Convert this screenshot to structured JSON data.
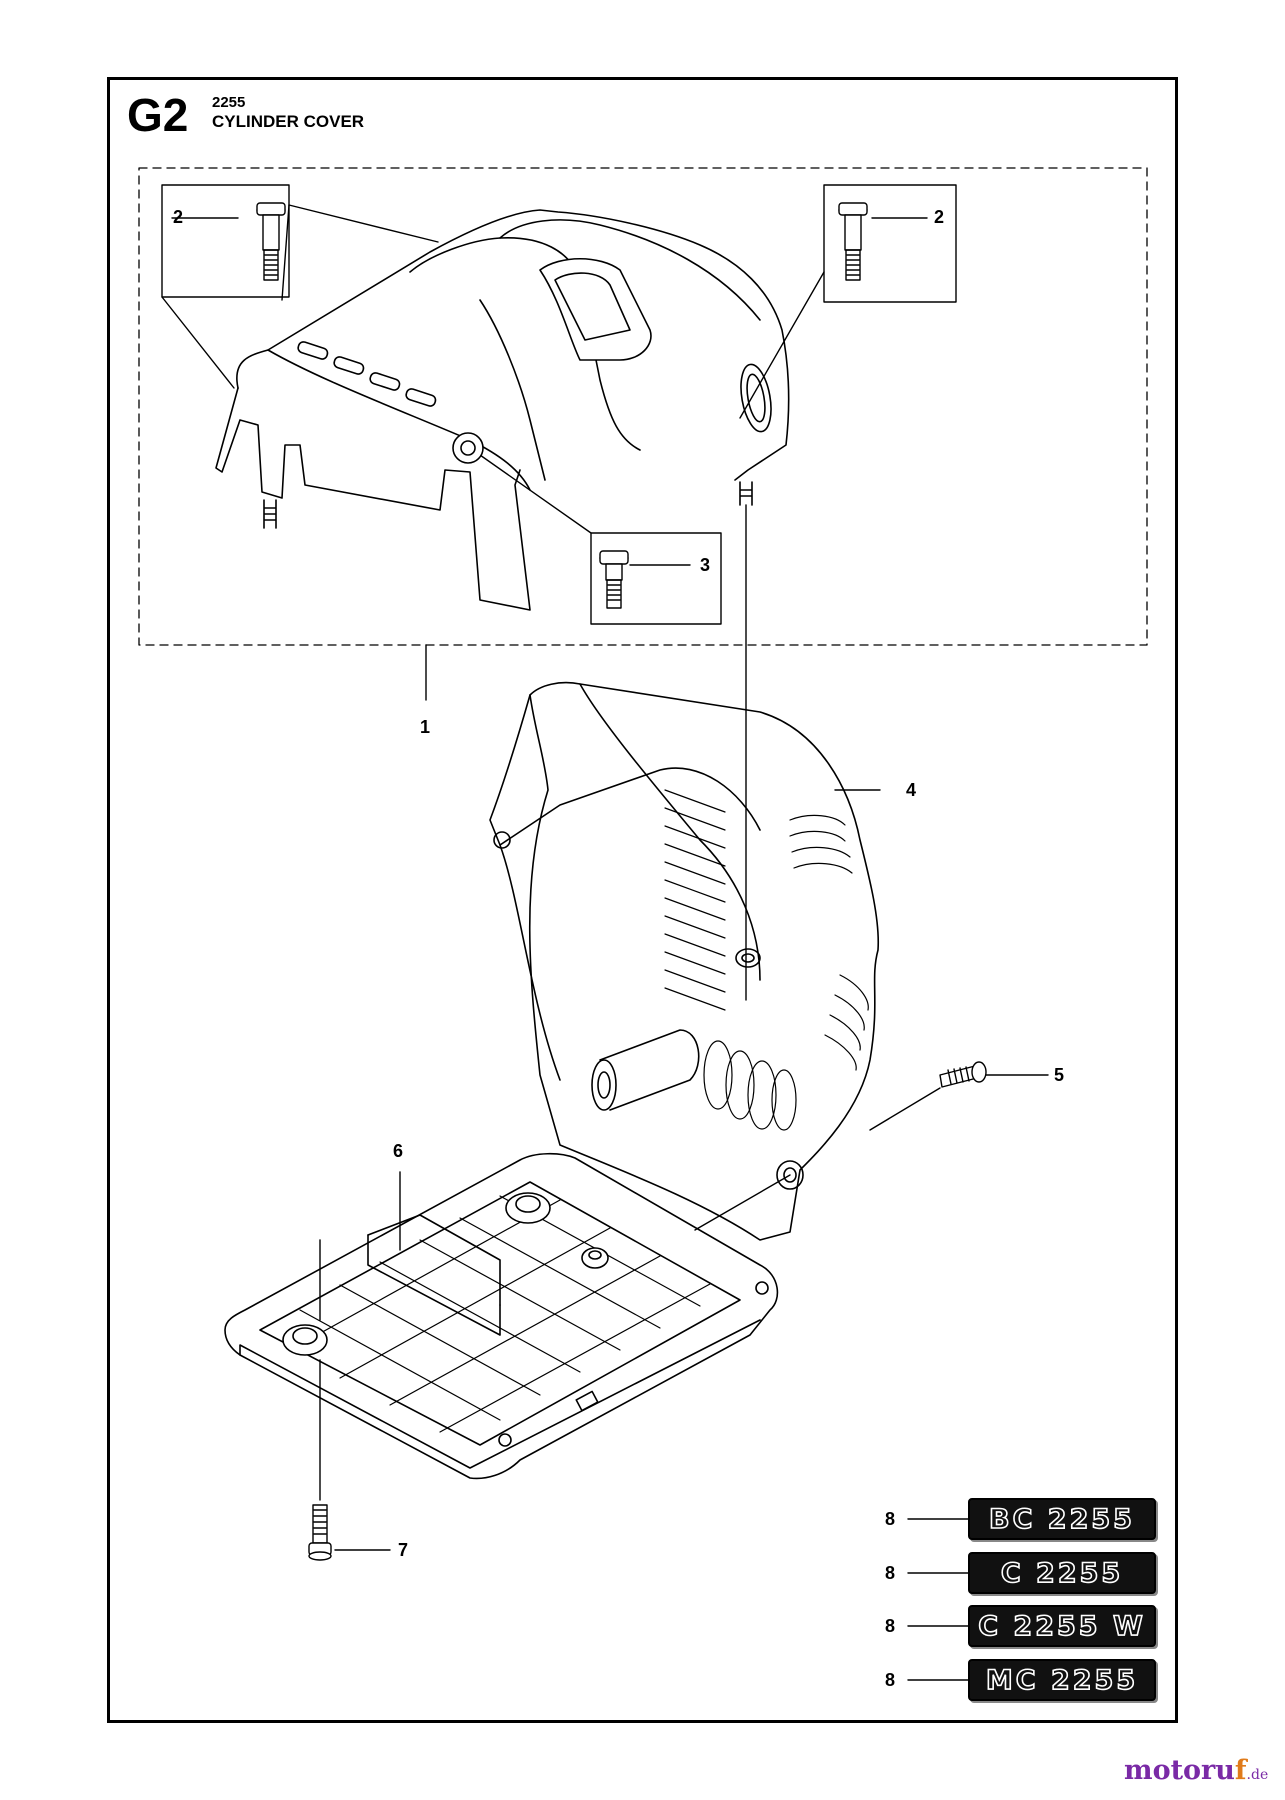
{
  "header": {
    "section_code": "G2",
    "model_number": "2255",
    "title": "CYLINDER COVER"
  },
  "callouts": {
    "c1": "1",
    "c2_left": "2",
    "c2_right": "2",
    "c3": "3",
    "c4": "4",
    "c5": "5",
    "c6": "6",
    "c7": "7",
    "c8_a": "8",
    "c8_b": "8",
    "c8_c": "8",
    "c8_d": "8"
  },
  "decals": [
    {
      "text": "BC 2255"
    },
    {
      "text": "C 2255"
    },
    {
      "text": "C 2255 W"
    },
    {
      "text": "MC 2255"
    }
  ],
  "watermark": {
    "brand": "motoru",
    "brand_f": "f",
    "tld": ".de"
  }
}
